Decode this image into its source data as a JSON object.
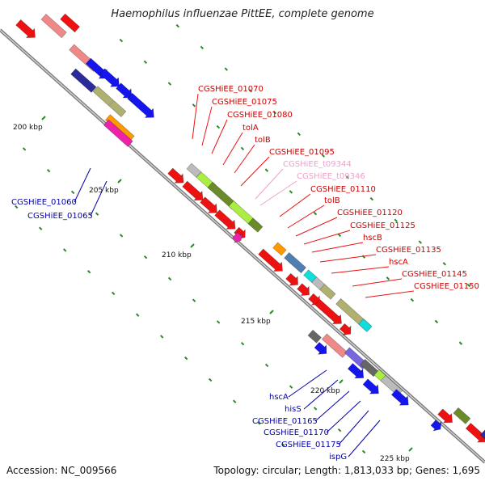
{
  "title": "Haemophilus influenzae PittEE, complete genome",
  "footer": {
    "accession": "Accession: NC_009566",
    "summary": "Topology: circular; Length: 1,813,033 bp; Genes: 1,695"
  },
  "colors": {
    "backbone": "#7a7a7a",
    "tick": "#2a8a2a",
    "red": "#ee1111",
    "blue": "#1515ee",
    "pink": "#f08888",
    "navy": "#2b2b9a",
    "olive": "#b0b070",
    "orange": "#ff9900",
    "magenta": "#ee22aa",
    "lime": "#aaee44",
    "darkolive": "#6b8a2a",
    "grey": "#bbbbbb",
    "darkgrey": "#666666",
    "steel": "#4f7fb0",
    "cyan": "#11dddd",
    "purple": "#7766dd",
    "label_red": "#cc0000",
    "label_blue": "#0000aa",
    "label_pink": "#f0a0cc"
  },
  "kbp_labels": [
    "200 kbp",
    "205 kbp",
    "210 kbp",
    "215 kbp",
    "220 kbp",
    "225 kbp"
  ],
  "labels_red": [
    "CGSHiEE_01070",
    "CGSHiEE_01075",
    "CGSHiEE_01080",
    "tolA",
    "tolB",
    "CGSHiEE_01095",
    "CGSHiEE_01110",
    "tolB",
    "CGSHiEE_01120",
    "CGSHiEE_01125",
    "hscB",
    "CGSHiEE_01135",
    "hscA",
    "CGSHiEE_01145",
    "CGSHiEE_01150"
  ],
  "labels_pink": [
    "CGSHiEE_t09344",
    "CGSHiEE_t09346"
  ],
  "labels_blue": [
    "CGSHiEE_01060",
    "CGSHiEE_01065",
    "hscA",
    "hisS",
    "CGSHiEE_01165",
    "CGSHiEE_01170",
    "CGSHiEE_01175",
    "ispG"
  ]
}
